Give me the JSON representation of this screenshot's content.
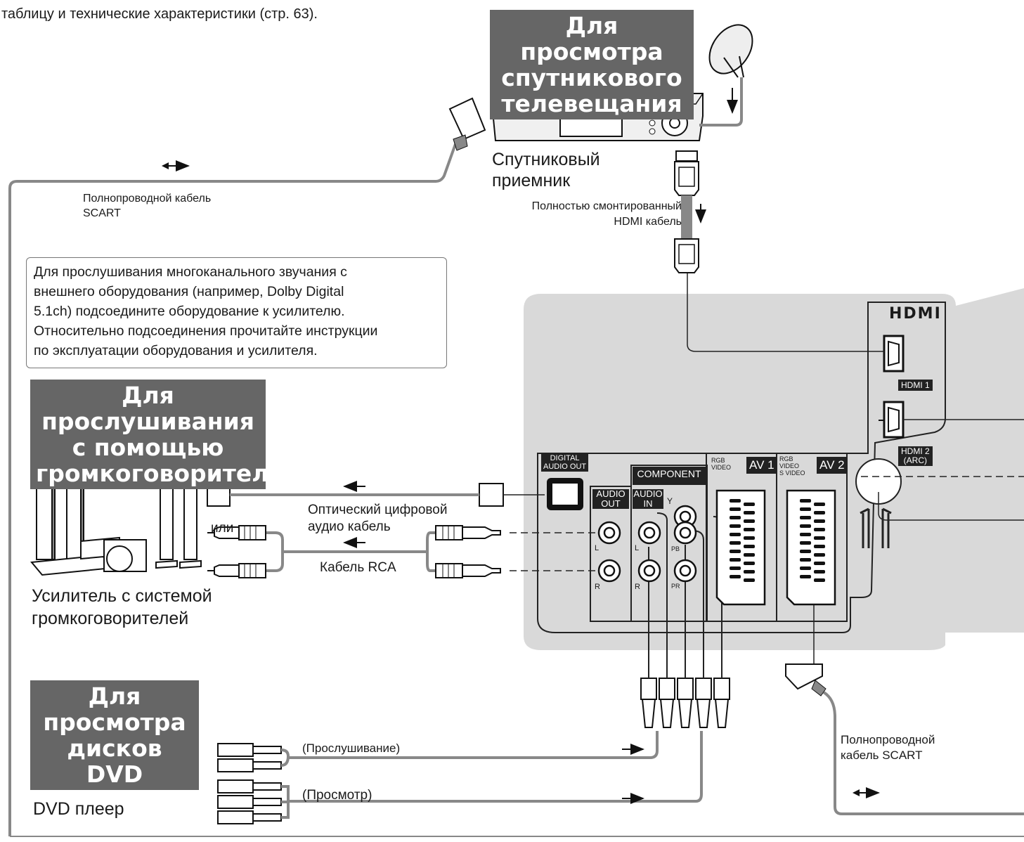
{
  "top_fragment": "таблицу и технические характеристики (стр. 63).",
  "banners": {
    "satellite": [
      "Для просмотра",
      "спутникового",
      "телевещания"
    ],
    "speakers": [
      "Для прослушивания",
      "с помощью",
      "громкоговорителей"
    ],
    "dvd": [
      "Для просмотра",
      "дисков DVD"
    ]
  },
  "devices": {
    "satellite_receiver": [
      "Спутниковый",
      "приемник"
    ],
    "amplifier": [
      "Усилитель с системой",
      "громкоговорителей"
    ],
    "dvd_player": "DVD плеер"
  },
  "cables": {
    "scart_top": [
      "Полнопроводной кабель",
      "SCART"
    ],
    "hdmi": [
      "Полностью смонтированный",
      "HDMI кабель"
    ],
    "optical": [
      "Оптический цифровой",
      "аудио кабель"
    ],
    "rca": "Кабель RCA",
    "or": "или",
    "listen": "(Прослушивание)",
    "view": "(Просмотр)",
    "scart_right": [
      "Полнопроводной",
      "кабель SCART"
    ]
  },
  "note": [
    "Для прослушивания многоканального звучания с",
    "внешнего оборудования (например, Dolby Digital",
    "5.1ch) подсоедините оборудование к усилителю.",
    "Относительно подсоединения прочитайте инструкции",
    "по эксплуатации оборудования и усилителя."
  ],
  "panel": {
    "hdmi_logo": "HDMI",
    "hdmi1": "HDMI 1",
    "hdmi2": [
      "HDMI 2",
      "(ARC)"
    ],
    "digital_audio_out": [
      "DIGITAL",
      "AUDIO OUT"
    ],
    "component": "COMPONENT",
    "audio_out": [
      "AUDIO",
      "OUT"
    ],
    "audio_in": [
      "AUDIO",
      "IN"
    ],
    "y": "Y",
    "l": "L",
    "r": "R",
    "pb": "PB",
    "pr": "PR",
    "av1": "AV 1",
    "av2": "AV 2",
    "rgb": "RGB",
    "video": "VIDEO",
    "svideo": "S VIDEO"
  },
  "colors": {
    "panel_bg": "#d9d9d9",
    "banner_bg": "#666666",
    "cable": "#888888",
    "label_bg": "#222222"
  }
}
